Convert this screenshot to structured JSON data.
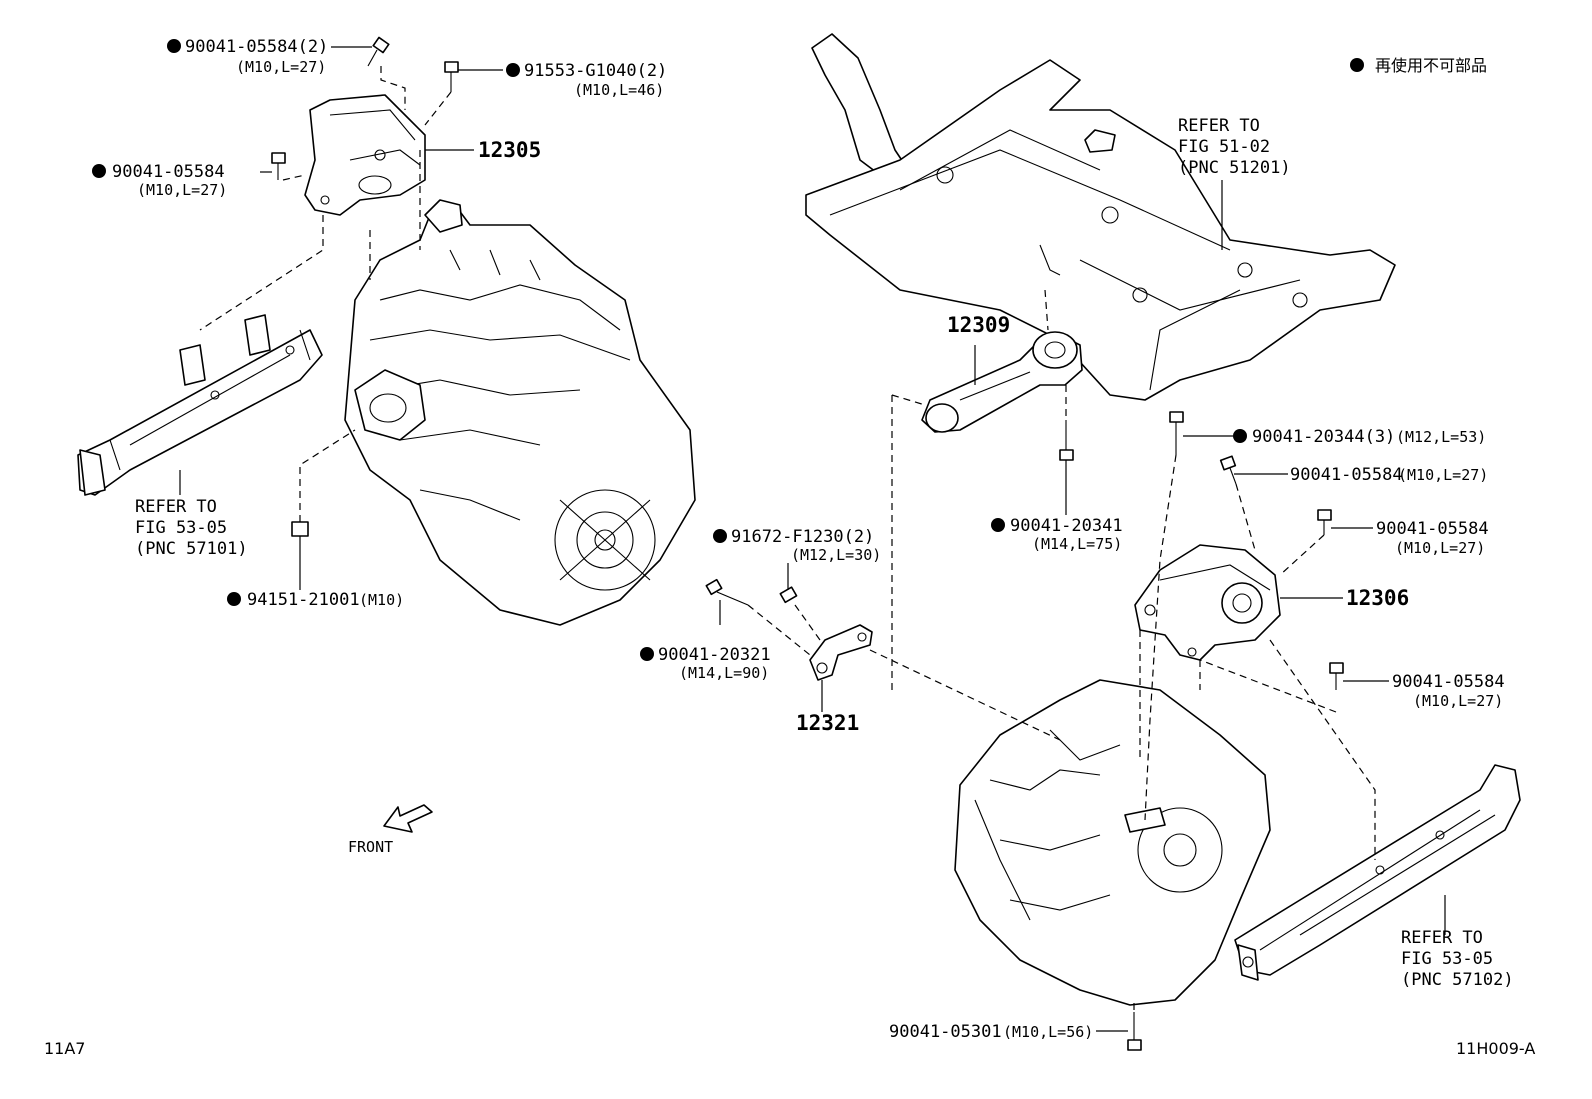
{
  "legend": {
    "text": "再使用不可部品"
  },
  "corner": {
    "left": "11A7",
    "right": "11H009-A"
  },
  "front": {
    "text": "FRONT"
  },
  "pnc": {
    "p12305": "12305",
    "p12306": "12306",
    "p12309": "12309",
    "p12321": "12321"
  },
  "refs": {
    "subframe": {
      "l1": "REFER TO",
      "l2": "FIG 51-02",
      "l3": "(PNC 51201)"
    },
    "left_member": {
      "l1": "REFER TO",
      "l2": "FIG 53-05",
      "l3": "(PNC 57101)"
    },
    "right_member": {
      "l1": "REFER TO",
      "l2": "FIG 53-05",
      "l3": "(PNC 57102)"
    }
  },
  "bolts": {
    "b1": {
      "num": "90041-05584(2)",
      "spec": "(M10,L=27)",
      "non_reusable": true
    },
    "b2": {
      "num": "91553-G1040(2)",
      "spec": "(M10,L=46)",
      "non_reusable": true
    },
    "b3": {
      "num": "90041-05584",
      "spec": "(M10,L=27)",
      "non_reusable": true
    },
    "b4": {
      "num": "94151-21001",
      "spec": "(M10)",
      "non_reusable": true
    },
    "b5": {
      "num": "91672-F1230(2)",
      "spec": "(M12,L=30)",
      "non_reusable": true
    },
    "b6": {
      "num": "90041-20321",
      "spec": "(M14,L=90)",
      "non_reusable": true
    },
    "b7": {
      "num": "90041-20341",
      "spec": "(M14,L=75)",
      "non_reusable": true
    },
    "b8": {
      "num": "90041-20344(3)",
      "spec": "(M12,L=53)",
      "non_reusable": true
    },
    "b9": {
      "num": "90041-05584",
      "spec": "(M10,L=27)",
      "non_reusable": false
    },
    "b10": {
      "num": "90041-05584",
      "spec": "(M10,L=27)",
      "non_reusable": false
    },
    "b11": {
      "num": "90041-05584",
      "spec": "(M10,L=27)",
      "non_reusable": false
    },
    "b12": {
      "num": "90041-05301",
      "spec": "(M10,L=56)",
      "non_reusable": false
    }
  }
}
